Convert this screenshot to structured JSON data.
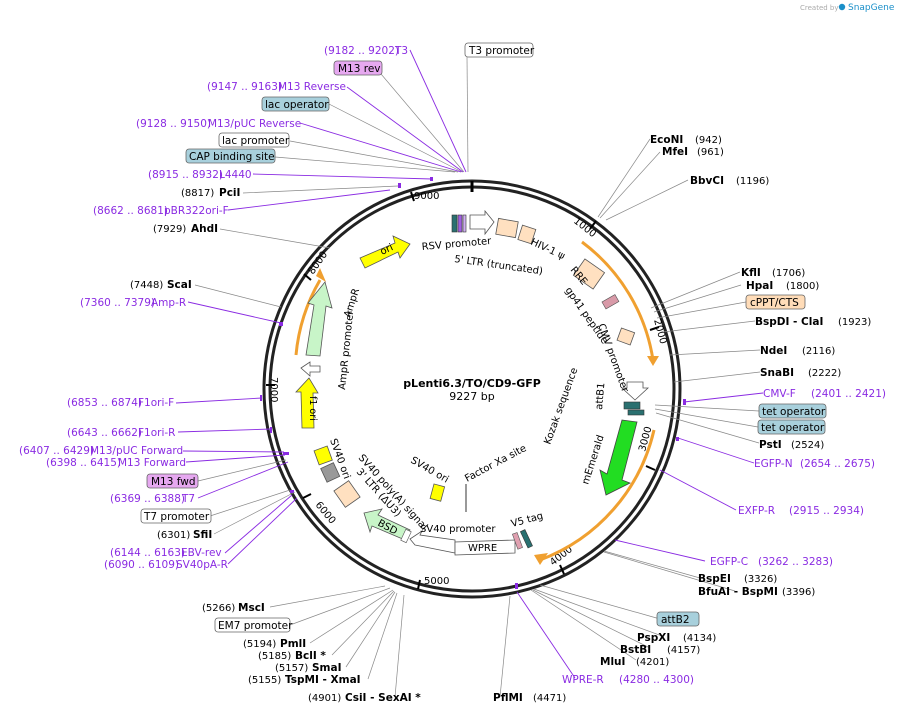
{
  "watermark": {
    "created_by": "Created by",
    "brand": "SnapGene",
    "brand_color": "#1a8fc9"
  },
  "map": {
    "name": "pLenti6.3/TO/CD9-GFP",
    "length": "9227 bp",
    "total_bp": 9227,
    "ticks": [
      {
        "bp": 1000,
        "label": "1000"
      },
      {
        "bp": 2000,
        "label": "2000"
      },
      {
        "bp": 3000,
        "label": "3000"
      },
      {
        "bp": 4000,
        "label": "4000"
      },
      {
        "bp": 5000,
        "label": "5000"
      },
      {
        "bp": 6000,
        "label": "6000"
      },
      {
        "bp": 7000,
        "label": "7000"
      },
      {
        "bp": 8000,
        "label": "8000"
      },
      {
        "bp": 9000,
        "label": "9000"
      }
    ]
  },
  "enzymes": [
    {
      "name": "EcoNI",
      "pos": "(942)"
    },
    {
      "name": "MfeI",
      "pos": "(961)"
    },
    {
      "name": "BbvCI",
      "pos": "(1196)"
    },
    {
      "name": "KflI",
      "pos": "(1706)"
    },
    {
      "name": "HpaI",
      "pos": "(1800)"
    },
    {
      "name": "BspDI  - ClaI",
      "pos": "(1923)"
    },
    {
      "name": "NdeI",
      "pos": "(2116)"
    },
    {
      "name": "SnaBI",
      "pos": "(2222)"
    },
    {
      "name": "PstI",
      "pos": "(2524)"
    },
    {
      "name": "BspEI",
      "pos": "(3326)"
    },
    {
      "name": "BfuAI  - BspMI",
      "pos": "(3396)"
    },
    {
      "name": "PspXI",
      "pos": "(4134)"
    },
    {
      "name": "BstBI",
      "pos": "(4157)"
    },
    {
      "name": "MluI",
      "pos": "(4201)"
    },
    {
      "name": "PflMI",
      "pos": "(4471)"
    },
    {
      "name": "CsiI  - SexAI *",
      "pos": "(4901)"
    },
    {
      "name": "TspMI  - XmaI",
      "pos": "(5155)"
    },
    {
      "name": "SmaI",
      "pos": "(5157)"
    },
    {
      "name": "BclI *",
      "pos": "(5185)"
    },
    {
      "name": "PmlI",
      "pos": "(5194)"
    },
    {
      "name": "MscI",
      "pos": "(5266)"
    },
    {
      "name": "SfiI",
      "pos": "(6301)"
    },
    {
      "name": "ScaI",
      "pos": "(7448)"
    },
    {
      "name": "AhdI",
      "pos": "(7929)"
    },
    {
      "name": "PciI",
      "pos": "(8817)"
    }
  ],
  "primers": [
    {
      "name": "T3",
      "pos": "(9182 .. 9202)"
    },
    {
      "name": "M13 Reverse",
      "pos": "(9147 .. 9163)"
    },
    {
      "name": "M13/pUC Reverse",
      "pos": "(9128 .. 9150)"
    },
    {
      "name": "L4440",
      "pos": "(8915 .. 8932)"
    },
    {
      "name": "pBR322ori-F",
      "pos": "(8662 .. 8681)"
    },
    {
      "name": "Amp-R",
      "pos": "(7360 .. 7379)"
    },
    {
      "name": "F1ori-F",
      "pos": "(6853 .. 6874)"
    },
    {
      "name": "F1ori-R",
      "pos": "(6643 .. 6662)"
    },
    {
      "name": "M13/pUC Forward",
      "pos": "(6407 .. 6429)"
    },
    {
      "name": "M13 Forward",
      "pos": "(6398 .. 6415)"
    },
    {
      "name": "T7",
      "pos": "(6369 .. 6388)"
    },
    {
      "name": "EBV-rev",
      "pos": "(6144 .. 6163)"
    },
    {
      "name": "SV40pA-R",
      "pos": "(6090 .. 6109)"
    },
    {
      "name": "CMV-F",
      "pos": "(2401 .. 2421)"
    },
    {
      "name": "EGFP-N",
      "pos": "(2654 .. 2675)"
    },
    {
      "name": "EXFP-R",
      "pos": "(2915 .. 2934)"
    },
    {
      "name": "EGFP-C",
      "pos": "(3262 .. 3283)"
    },
    {
      "name": "WPRE-R",
      "pos": "(4280 .. 4300)"
    }
  ],
  "boxes": [
    {
      "text": "T3 promoter"
    },
    {
      "text": "M13 rev"
    },
    {
      "text": "lac operator"
    },
    {
      "text": "lac promoter"
    },
    {
      "text": "CAP binding site"
    },
    {
      "text": "cPPT/CTS"
    },
    {
      "text": "tet operator"
    },
    {
      "text": "tet operator"
    },
    {
      "text": "attB2"
    },
    {
      "text": "EM7 promoter"
    },
    {
      "text": "T7 promoter"
    },
    {
      "text": "M13 fwd"
    }
  ],
  "features": {
    "rsv_promoter": "RSV promoter",
    "ltr5": "5' LTR (truncated)",
    "hiv": "HIV-1 ψ",
    "rre": "RRE",
    "gp41": "gp41 peptide",
    "cmv": "CMV promoter",
    "attb1": "attB1",
    "kozak": "Kozak sequence",
    "memerald": "mEmerald",
    "factorxa": "Factor Xa site",
    "sv40ori_in": "SV40 ori",
    "v5": "V5 tag",
    "sv40prom": "SV40 promoter",
    "wpre": "WPRE",
    "bsd": "BSD",
    "sv40polya": "SV40 poly(A) signal",
    "ltr3": "3' LTR (ΔU3)",
    "sv40ori": "SV40 ori",
    "f1ori": "f1 ori",
    "amppromoter": "AmpR promoter",
    "ampr": "AmpR",
    "ori": "ori"
  },
  "colors": {
    "primer": "#8a2be2",
    "ori": "#ffff00",
    "ampr": "#c8f5c8",
    "gfp": "#22dd22",
    "ltr": "#ffe0c0",
    "box_blue": "#a8d0dc",
    "box_purple": "#e6a8f0",
    "box_orange": "#ffdcb8",
    "arc_orange": "#f0a030"
  }
}
